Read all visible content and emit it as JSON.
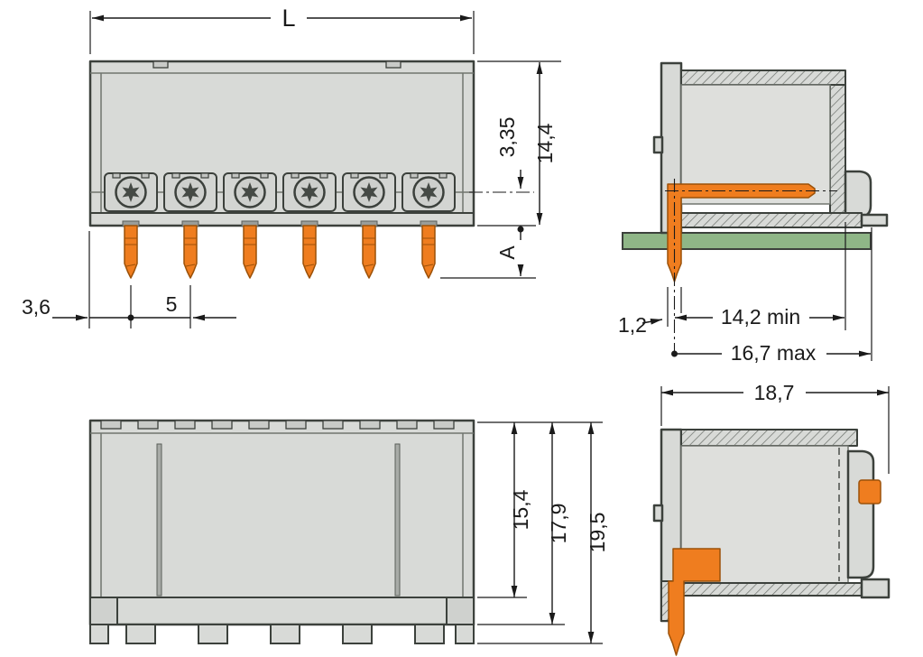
{
  "labels": {
    "length": "L",
    "front_offset": "3,35",
    "front_height": "14,4",
    "pin_length": "A",
    "edge_offset": "3,6",
    "pitch": "5",
    "pin_thickness": "1,2",
    "depth_min": "14,2 min",
    "depth_max": "16,7 max",
    "overall_depth": "18,7",
    "rear_height_inner": "15,4",
    "rear_height_mid": "17,9",
    "rear_height_total": "19,5"
  },
  "colors": {
    "housing": "#d8dad7",
    "outline": "#3c413c",
    "pin": "#ef7d1f",
    "pin_dark": "#9c5108",
    "pcb": "#8fb687",
    "dim": "#1a1a1a"
  }
}
